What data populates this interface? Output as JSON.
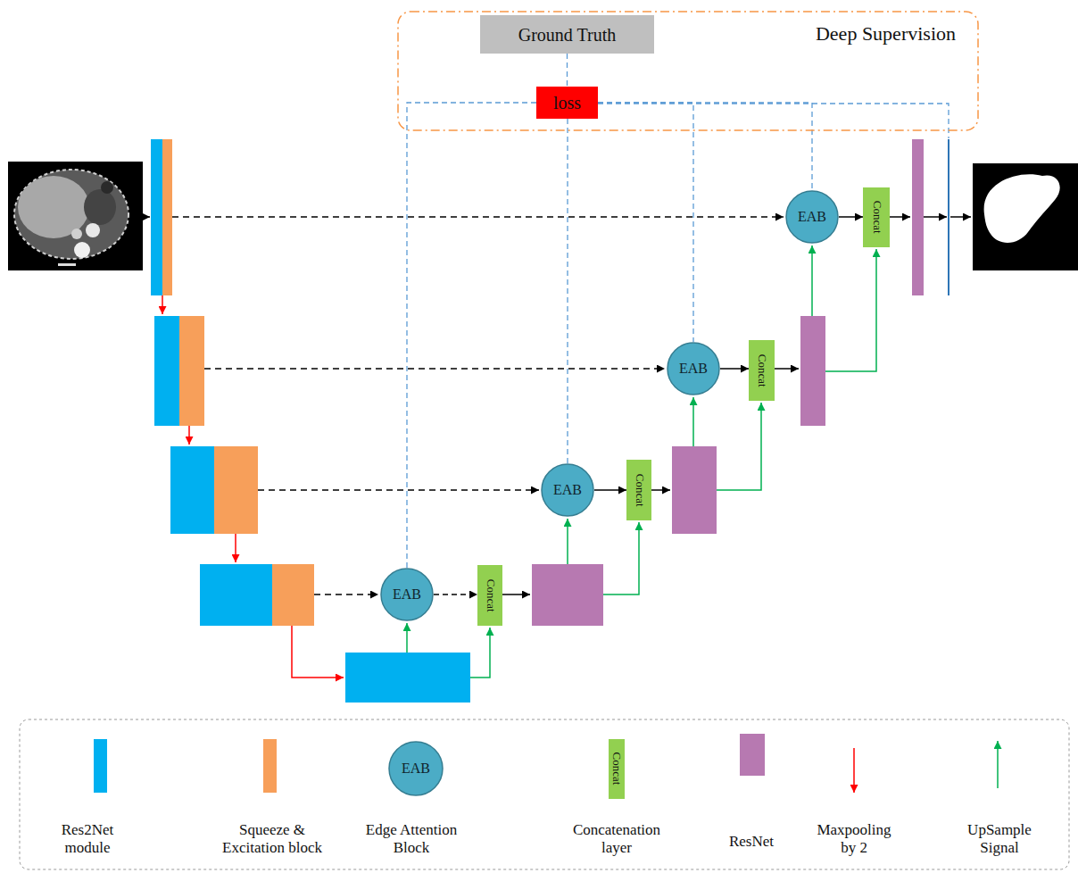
{
  "diagram": {
    "nodes": [
      {
        "text": [
          "Deep Supervision"
        ]
      },
      {
        "text": [
          "Ground Truth"
        ],
        "in": 0
      },
      {
        "text": [
          "loss"
        ],
        "in": 0
      },
      {
        "text": [
          "EAB"
        ]
      },
      {
        "text": [
          "Concat"
        ]
      },
      {
        "text": [
          "EAB"
        ]
      },
      {
        "text": [
          "Concat"
        ]
      },
      {
        "text": [
          "EAB"
        ]
      },
      {
        "text": [
          "Concat"
        ]
      },
      {
        "text": [
          "EAB"
        ]
      },
      {
        "text": [
          "Concat"
        ]
      }
    ],
    "edges": [
      {
        "from": 1,
        "to": 2,
        "arrow": "none"
      },
      {
        "from": 2,
        "to": 3,
        "arrow": "none"
      },
      {
        "from": 2,
        "to": 5,
        "arrow": "none"
      },
      {
        "from": 2,
        "to": 7,
        "arrow": "none"
      },
      {
        "from": 2,
        "to": 9,
        "arrow": "none"
      },
      {
        "from": 3,
        "to": 4,
        "arrow": "to"
      },
      {
        "from": 5,
        "to": 6,
        "arrow": "to"
      },
      {
        "from": 7,
        "to": 8,
        "arrow": "to"
      },
      {
        "from": 9,
        "to": 10,
        "arrow": "to"
      }
    ],
    "labels": [
      "EAB",
      "Concat"
    ],
    "legend": [
      {
        "text": "Res2Net module",
        "color": "#00b0f0"
      },
      {
        "text": "Squeeze & Excitation block",
        "color": "#f79f5a"
      },
      {
        "text": "Edge Attention Block"
      },
      {
        "text": "Concatenation layer",
        "color": "#92d050"
      },
      {
        "text": "ResNet",
        "color": "#b779b1"
      },
      {
        "text": "Maxpooling by 2"
      },
      {
        "text": "UpSample Signal"
      }
    ]
  }
}
